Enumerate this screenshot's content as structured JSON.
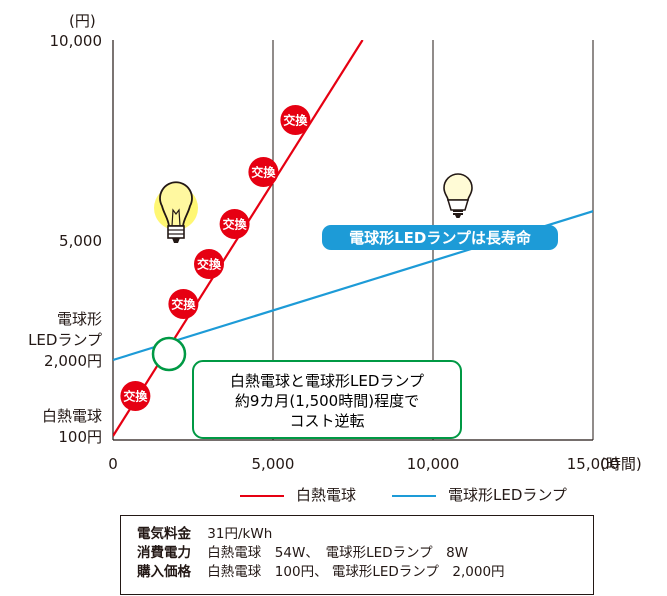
{
  "chart_data": {
    "type": "line",
    "y_unit": "(円)",
    "x_unit": "(時間)",
    "xlim": [
      0,
      15000
    ],
    "ylim": [
      0,
      10000
    ],
    "x_ticks": [
      "0",
      "5,000",
      "10,000",
      "15,000"
    ],
    "x_tick_values": [
      0,
      5000,
      10000,
      15000
    ],
    "y_ticks": [
      {
        "value": 10000,
        "label": "10,000"
      },
      {
        "value": 5000,
        "label": "5,000"
      }
    ],
    "y_annotations": [
      {
        "value": 2000,
        "lines": [
          "電球形",
          "LEDランプ",
          "2,000円"
        ]
      },
      {
        "value": 100,
        "lines": [
          "白熱電球",
          "100円"
        ]
      }
    ],
    "series": [
      {
        "name": "白熱電球",
        "color": "#e60012",
        "x": [
          0,
          7800
        ],
        "y": [
          100,
          10000
        ]
      },
      {
        "name": "電球形LEDランプ",
        "color": "#1d9bd7",
        "x": [
          0,
          15000
        ],
        "y": [
          2000,
          5720
        ]
      }
    ],
    "replacement_marks": {
      "label": "交換",
      "x": [
        700,
        2200,
        3000,
        3800,
        4700,
        5700
      ],
      "y": [
        1100,
        3400,
        4400,
        5400,
        6700,
        8000
      ]
    },
    "crossover": {
      "x": 1750,
      "y": 2150
    },
    "banner": "電球形LEDランプは長寿命",
    "callout": [
      "白熱電球と電球形LEDランプ",
      "約9カ月(1,500時間)程度で",
      "コスト逆転"
    ],
    "icons": [
      "incandescent-bulb-icon",
      "led-bulb-icon"
    ]
  },
  "legend": [
    {
      "label": "白熱電球",
      "color": "#e60012"
    },
    {
      "label": "電球形LEDランプ",
      "color": "#1d9bd7"
    }
  ],
  "info": [
    {
      "label": "電気料金",
      "value": "31円/kWh"
    },
    {
      "label": "消費電力",
      "value": "白熱電球　54W、　電球形LEDランプ　8W"
    },
    {
      "label": "購入価格",
      "value": "白熱電球　100円、 電球形LEDランプ　2,000円"
    }
  ]
}
